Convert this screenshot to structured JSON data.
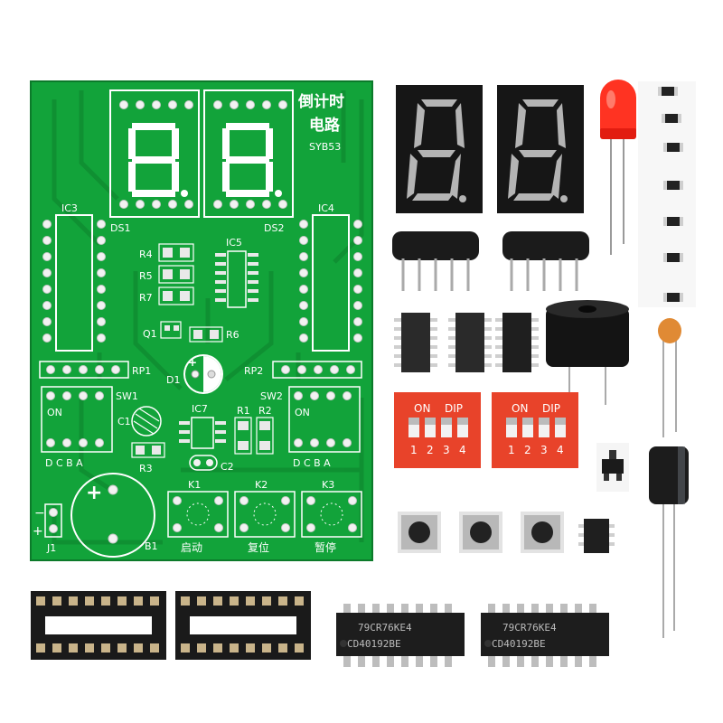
{
  "pcb": {
    "title_line1": "倒计时",
    "title_line2": "电路",
    "model": "SYB53",
    "silkscreen": {
      "ic3": "IC3",
      "ic4": "IC4",
      "ic5": "IC5",
      "ic7": "IC7",
      "ds1": "DS1",
      "ds2": "DS2",
      "r4": "R4",
      "r5": "R5",
      "r7": "R7",
      "r6": "R6",
      "q1": "Q1",
      "rp1": "RP1",
      "rp2": "RP2",
      "d1": "D1",
      "sw1": "SW1",
      "sw2": "SW2",
      "on_left": "ON",
      "on_right": "ON",
      "c1": "C1",
      "c2": "C2",
      "r1": "R1",
      "r2": "R2",
      "r3": "R3",
      "dcba_left": "D  C  B  A",
      "dcba_right": "D  C  B  A",
      "k1": "K1",
      "k2": "K2",
      "k3": "K3",
      "btn_start": "启动",
      "btn_reset": "复位",
      "btn_pause": "暂停",
      "j1": "J1",
      "b1": "B1",
      "minus": "−",
      "plus": "+"
    }
  },
  "components": {
    "dip_switch_on": "ON",
    "dip_switch_dip": "DIP",
    "dip_switch_numbers": [
      "1",
      "2",
      "3",
      "4"
    ],
    "chip_line1": "79CR76KE4",
    "chip_line2": "CD40192BE"
  },
  "colors": {
    "pcb_green": "#12a33a",
    "silkscreen": "#ffffff",
    "dip_red": "#e8432a",
    "display_black": "#1a1a1a",
    "led_red": "#ff2a1a"
  }
}
